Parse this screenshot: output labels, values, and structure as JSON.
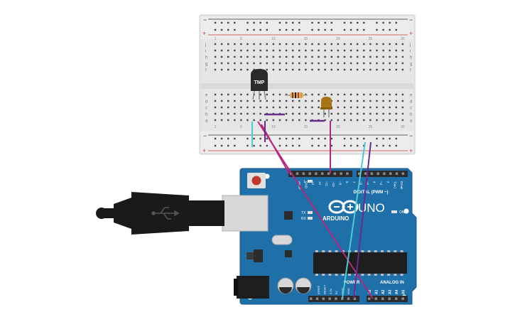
{
  "breadboard": {
    "rail_top_minus": "−",
    "rail_top_plus": "+",
    "rail_bottom_minus": "−",
    "rail_bottom_plus": "+",
    "row_letters_top": [
      "j",
      "i",
      "h",
      "g",
      "f"
    ],
    "row_letters_bottom": [
      "e",
      "d",
      "c",
      "b",
      "a"
    ],
    "column_numbers": [
      "1",
      "",
      "",
      "",
      "5",
      "",
      "",
      "",
      "",
      "10",
      "",
      "",
      "",
      "",
      "15",
      "",
      "",
      "",
      "",
      "20",
      "",
      "",
      "",
      "",
      "25",
      "",
      "",
      "",
      "",
      "30"
    ],
    "colors": {
      "body": "#e8e8e8",
      "hole": "#444444",
      "rail_red": "#d33a3a",
      "rail_black": "#333333"
    }
  },
  "components": {
    "temp_sensor_label": "TMP"
  },
  "wires": {
    "colors": {
      "magenta": "#b5277d",
      "purple": "#6a2b8f",
      "cyan": "#4ec9d6"
    }
  },
  "arduino": {
    "brand": "ARDUINO",
    "model": "UNO",
    "digital_label": "DIGITAL (PWM ~)",
    "analog_label": "ANALOG IN",
    "power_label": "POWER",
    "on_label": "ON",
    "led_l": "L",
    "led_tx": "TX",
    "led_rx": "RX",
    "digital_pins": [
      "AREF",
      "GND",
      "13",
      "12",
      "~11",
      "~10",
      "~9",
      "8",
      "7",
      "~6",
      "~5",
      "4",
      "~3",
      "2",
      "TX▸1",
      "RX◂0"
    ],
    "power_pins": [
      "IOREF",
      "RESET",
      "3.3V",
      "5V",
      "GND",
      "GND",
      "Vin"
    ],
    "analog_pins": [
      "A0",
      "A1",
      "A2",
      "A3",
      "A4",
      "A5"
    ],
    "colors": {
      "board": "#1f6fa8",
      "board_dark": "#185a8a",
      "header": "#2b2b2b"
    }
  },
  "usb_cable": {
    "colors": {
      "plug": "#1a1a1a",
      "connector": "#d8d8d8"
    }
  }
}
